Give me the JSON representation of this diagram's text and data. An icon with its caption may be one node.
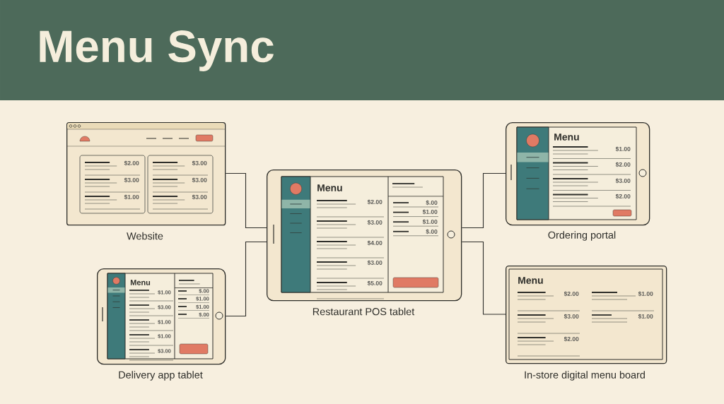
{
  "diagram": {
    "title": "Menu Sync",
    "nodes": [
      {
        "text": [
          "$2.00",
          "$3.00",
          "$1.00",
          "$3.00",
          "$3.00",
          "$3.00",
          "Website"
        ]
      },
      {
        "text": [
          "Menu",
          "$1.00",
          "$2.00",
          "$3.00",
          "$2.00",
          "Ordering portal"
        ]
      },
      {
        "text": [
          "Menu",
          "$2.00",
          "$3.00",
          "$4.00",
          "$3.00",
          "$5.00",
          "$.00",
          "$1.00",
          "$1.00",
          "$.00",
          "Restaurant POS tablet"
        ]
      },
      {
        "text": [
          "Menu",
          "$1.00",
          "$3.00",
          "$1.00",
          "$1.00",
          "$3.00",
          "$.00",
          "$1.00",
          "$1.00",
          "$.00",
          "Delivery app tablet"
        ]
      },
      {
        "text": [
          "Menu",
          "$2.00",
          "$3.00",
          "$2.00",
          "$1.00",
          "$1.00",
          "In-store digital menu board"
        ]
      }
    ],
    "edges": [
      {
        "from": 0,
        "to": 2,
        "arrow": "none"
      },
      {
        "from": 3,
        "to": 2,
        "arrow": "none"
      },
      {
        "from": 2,
        "to": 1,
        "arrow": "none"
      },
      {
        "from": 2,
        "to": 4,
        "arrow": "none"
      }
    ]
  }
}
